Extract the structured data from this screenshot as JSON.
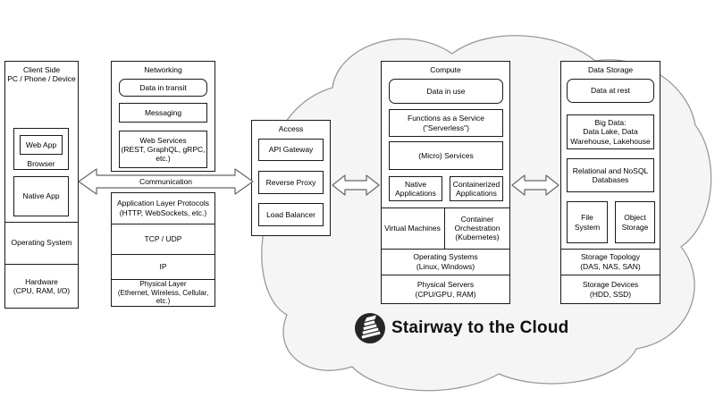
{
  "branding": {
    "title": "Stairway to the Cloud",
    "icon": "stairs-icon"
  },
  "colors": {
    "cloud_fill": "#f5f5f5",
    "cloud_stroke": "#9a9a9a",
    "box_border": "#1a1a1a",
    "arrow_stroke": "#666666",
    "icon_bg": "#262626",
    "text": "#000000"
  },
  "client": {
    "title": "Client Side\nPC / Phone / Device",
    "web_app": "Web App",
    "browser": "Browser",
    "native_app": "Native App",
    "operating_system": "Operating System",
    "hardware": "Hardware\n(CPU, RAM, I/O)"
  },
  "networking": {
    "title": "Networking",
    "data_in_transit": "Data in transit",
    "messaging": "Messaging",
    "web_services": "Web Services\n(REST, GraphQL, gRPC,\netc.)",
    "communication": "Communication",
    "app_layer_protocols": "Application Layer Protocols\n(HTTP, WebSockets, etc.)",
    "tcp_udp": "TCP / UDP",
    "ip": "IP",
    "physical_layer": "Physical Layer\n(Ethernet, Wireless, Cellular,\netc.)"
  },
  "access": {
    "title": "Access",
    "api_gateway": "API Gateway",
    "reverse_proxy": "Reverse Proxy",
    "load_balancer": "Load Balancer"
  },
  "compute": {
    "title": "Compute",
    "data_in_use": "Data in use",
    "faas": "Functions as a Service\n(\"Serverless\")",
    "micro_services": "(Micro) Services",
    "native_applications": "Native\nApplications",
    "containerized_applications": "Containerized\nApplications",
    "virtual_machines": "Virtual Machines",
    "container_orchestration": "Container\nOrchestration\n(Kubernetes)",
    "operating_systems": "Operating Systems\n(Linux, Windows)",
    "physical_servers": "Physical Servers\n(CPU/GPU, RAM)"
  },
  "storage": {
    "title": "Data Storage",
    "data_at_rest": "Data at rest",
    "big_data": "Big Data:\nData Lake, Data\nWarehouse, Lakehouse",
    "relational_nosql": "Relational and NoSQL\nDatabases",
    "file_system": "File\nSystem",
    "object_storage": "Object\nStorage",
    "storage_topology": "Storage Topology\n(DAS, NAS, SAN)",
    "storage_devices": "Storage Devices\n(HDD, SSD)"
  }
}
